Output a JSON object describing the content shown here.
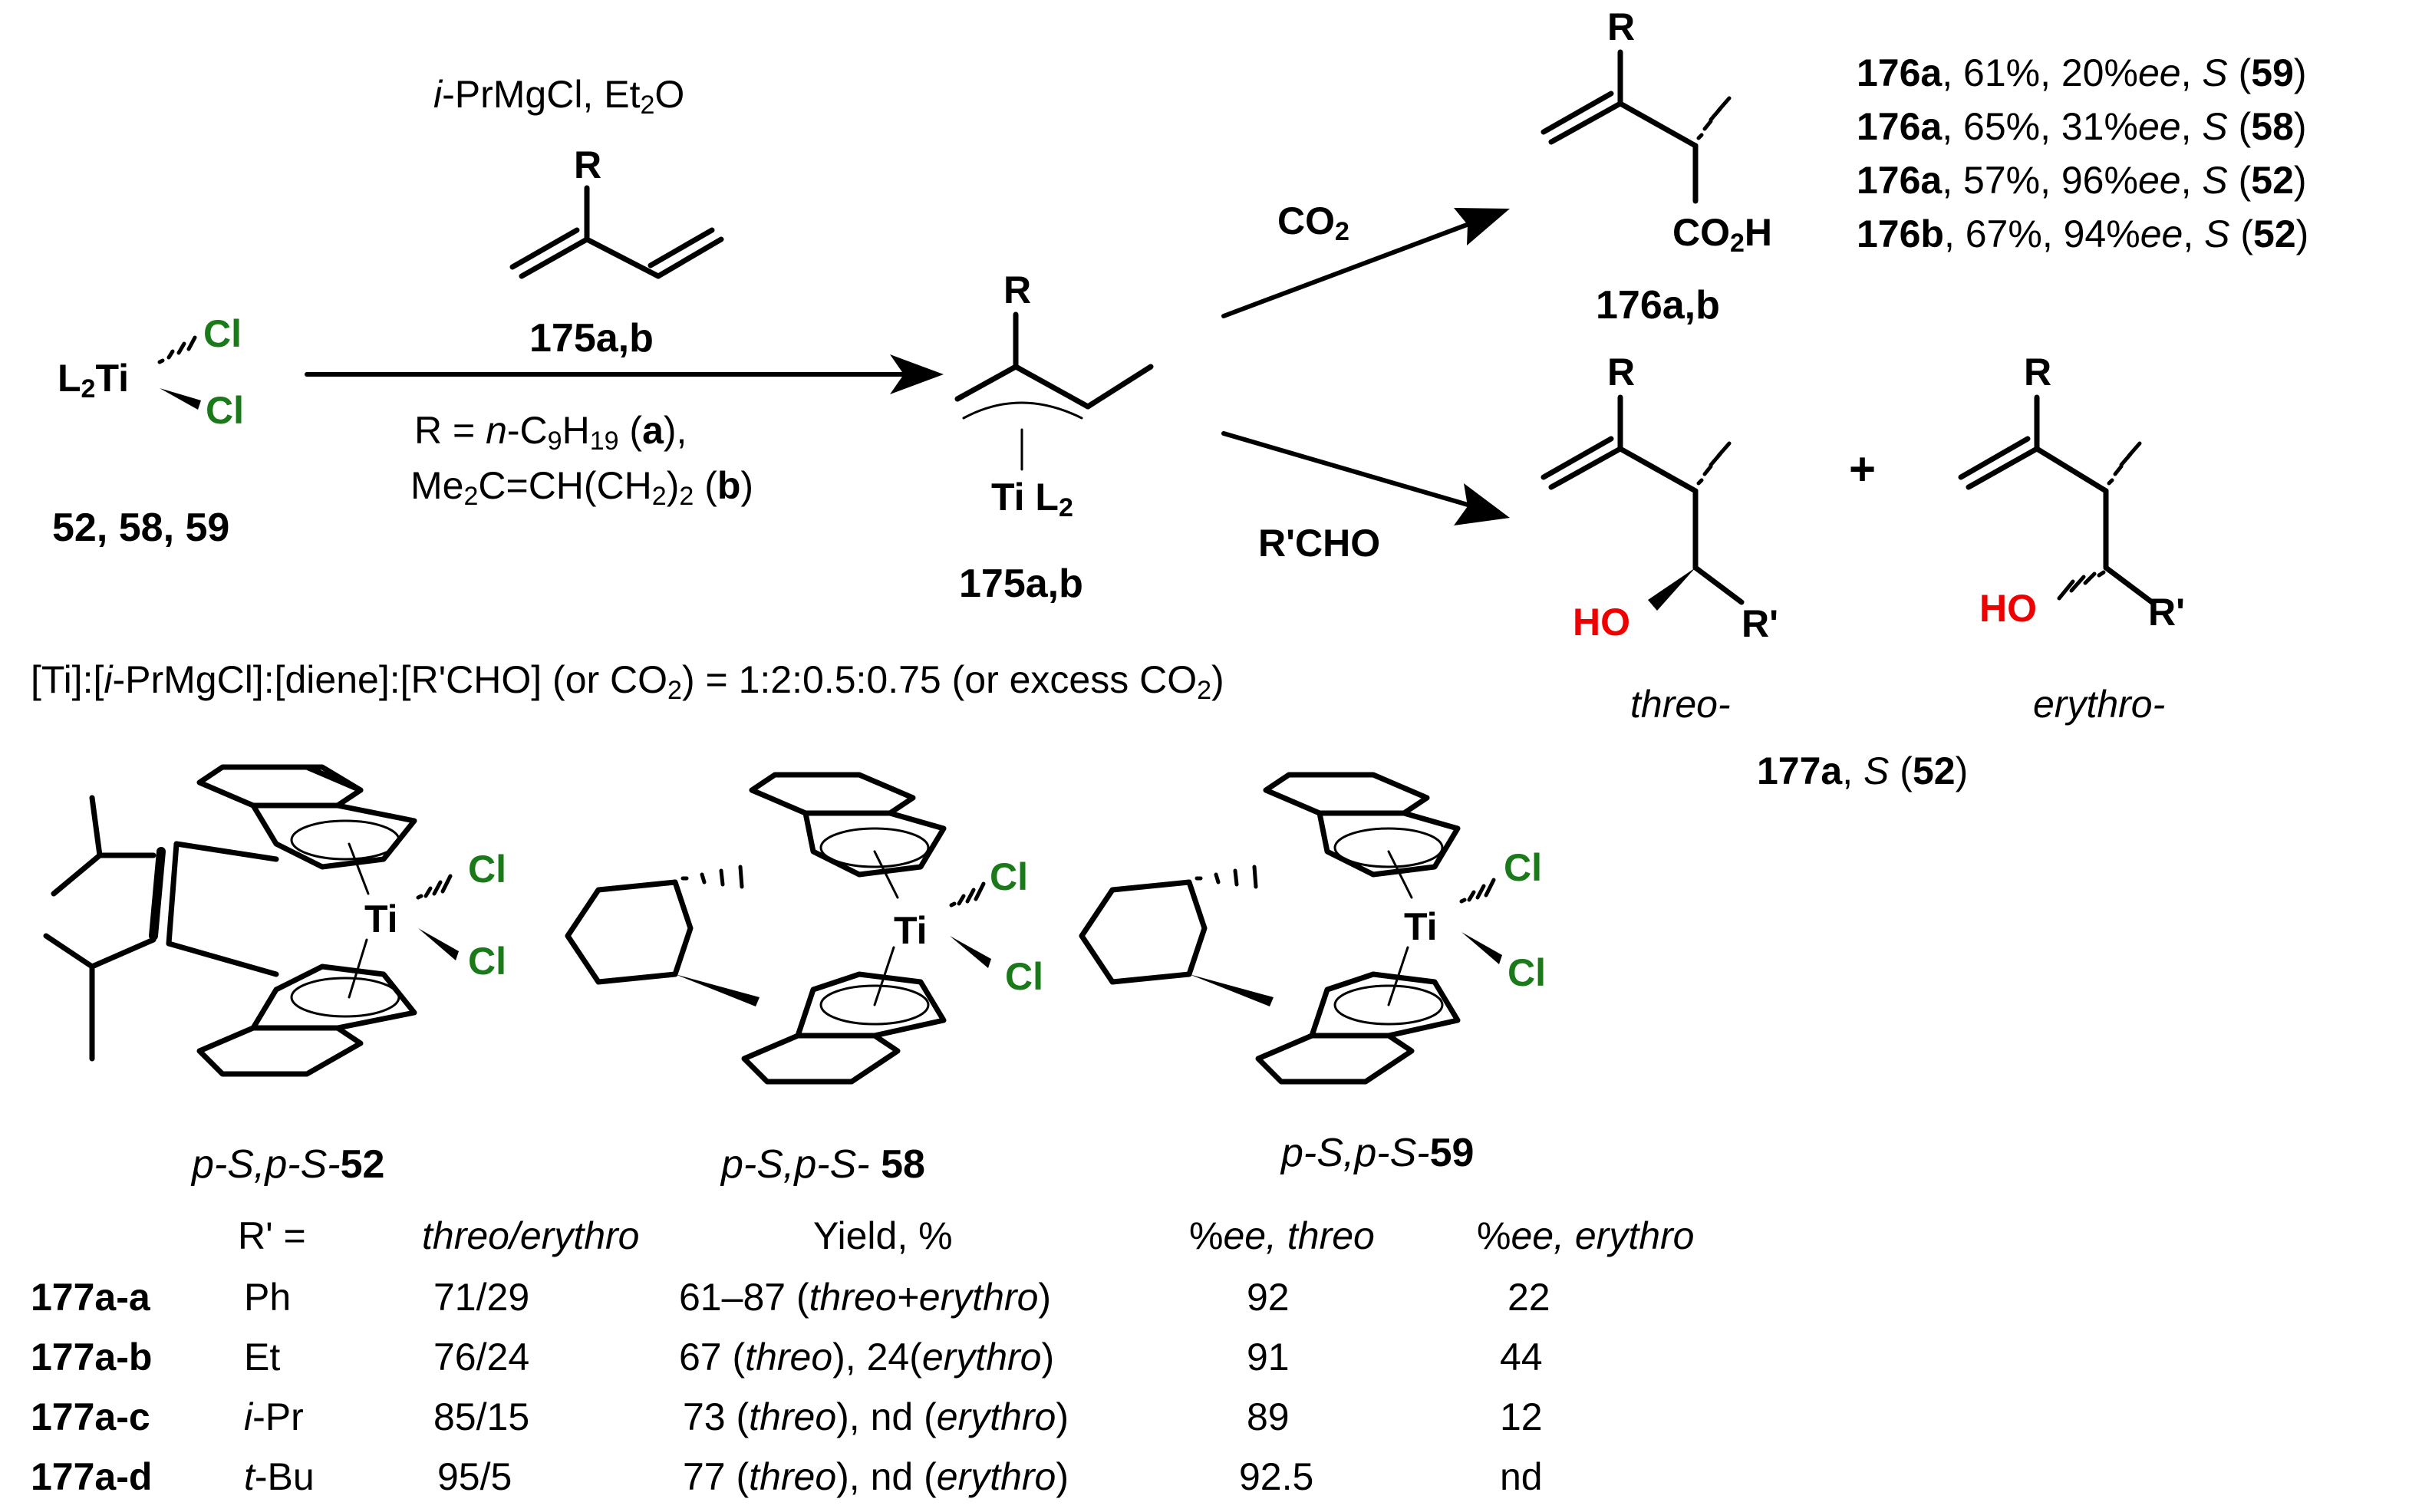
{
  "reagents": {
    "top_reagent_prefix": "i",
    "top_reagent_main": "-PrMgCl, Et",
    "top_reagent_sub": "2",
    "top_reagent_end": "O",
    "diene_label": "175a,b",
    "r_def_line1_pre": "R = ",
    "r_def_line1_it": "n",
    "r_def_line1_mid": "-C",
    "r_def_line1_s1": "9",
    "r_def_line1_m2": "H",
    "r_def_line1_s2": "19",
    "r_def_line1_open": " (",
    "r_def_line1_bold": "a",
    "r_def_line1_close": "),",
    "r_def_line2_a": "Me",
    "r_def_line2_s1": "2",
    "r_def_line2_b": "C=CH(CH",
    "r_def_line2_s2": "2",
    "r_def_line2_c": ")",
    "r_def_line2_s3": "2",
    "r_def_line2_d": " (",
    "r_def_line2_bold": "b",
    "r_def_line2_e": ")"
  },
  "start": {
    "l2ti": "L",
    "l2ti_sub": "2",
    "l2ti_end": "Ti",
    "cl1": "Cl",
    "cl2": "Cl",
    "label": "52, 58, 59"
  },
  "intermediate": {
    "r": "R",
    "til2": "Ti L",
    "til2_sub": "2",
    "label": "175a,b"
  },
  "co2_branch": {
    "reagent": "CO",
    "reagent_sub": "2",
    "product_r": "R",
    "co2h_a": "CO",
    "co2h_sub": "2",
    "co2h_b": "H",
    "product_label": "176a,b"
  },
  "results_176": [
    {
      "cmpd": "176a",
      "text": ", 61%, 20%",
      "ee": "ee",
      "sep": ", ",
      "s": "S",
      "open": " (",
      "cat": "59",
      "close": ")"
    },
    {
      "cmpd": "176a",
      "text": ", 65%, 31%",
      "ee": "ee",
      "sep": ", ",
      "s": "S",
      "open": " (",
      "cat": "58",
      "close": ")"
    },
    {
      "cmpd": "176a",
      "text": ", 57%, 96%",
      "ee": "ee",
      "sep": ", ",
      "s": "S",
      "open": " (",
      "cat": "52",
      "close": ")"
    },
    {
      "cmpd": "176b",
      "text": ", 67%, 94%",
      "ee": "ee",
      "sep": ", ",
      "s": "S",
      "open": " (",
      "cat": "52",
      "close": ")"
    }
  ],
  "aldehyde_branch": {
    "reagent": "R'CHO",
    "threo_r": "R",
    "threo_ho": "HO",
    "threo_rp": "R'",
    "erythro_r": "R",
    "erythro_ho": "HO",
    "erythro_rp": "R'",
    "plus": "+",
    "threo_label": "threo-",
    "erythro_label": "erythro-",
    "product_label_bold": "177a",
    "product_label_sep": ", ",
    "product_label_s": "S",
    "product_label_open": " (",
    "product_label_cat": "52",
    "product_label_close": ")"
  },
  "ratio_line": {
    "a": "[Ti]:[",
    "it": "i",
    "b": "-PrMgCl]:[diene]:[R'CHO] (or CO",
    "s1": "2",
    "c": ") = 1:2:0.5:0.75 (or excess CO",
    "s2": "2",
    "d": ")"
  },
  "catalysts": [
    {
      "prefix": "p-S,p-S-",
      "num": "52",
      "ti": "Ti",
      "cl1": "Cl",
      "cl2": "Cl"
    },
    {
      "prefix": "p-S,p-S- ",
      "num": "58",
      "ti": "Ti",
      "cl1": "Cl",
      "cl2": "Cl"
    },
    {
      "prefix": "p-S,p-S-",
      "num": "59",
      "ti": "Ti",
      "cl1": "Cl",
      "cl2": "Cl"
    }
  ],
  "table": {
    "headers": {
      "rprime": "R' =",
      "ratio": "threo/erythro",
      "yield": "Yield, %",
      "ee_threo_a": "%",
      "ee_threo_b": "ee, threo",
      "ee_ery_a": "%",
      "ee_ery_b": "ee, erythro"
    },
    "rows": [
      {
        "cmpd": "177a-a",
        "rp_it": "",
        "rp": "Ph",
        "ratio": "71/29",
        "y1": "61",
        "ydash": "–",
        "y2": "87 (",
        "yit1": "threo+erythro",
        "y3": ")",
        "yit2": "",
        "y4": "",
        "ee_t": "92",
        "ee_e": "22"
      },
      {
        "cmpd": "177a-b",
        "rp_it": "",
        "rp": "Et",
        "ratio": "76/24",
        "y1": "67 (",
        "ydash": "",
        "y2": "",
        "yit1": "threo",
        "y3": "), 24(",
        "yit2": "erythro",
        "y4": ")",
        "ee_t": "91",
        "ee_e": "44"
      },
      {
        "cmpd": "177a-c",
        "rp_it": "i",
        "rp": "-Pr",
        "ratio": "85/15",
        "y1": "73 (",
        "ydash": "",
        "y2": "",
        "yit1": "threo",
        "y3": "), nd (",
        "yit2": "erythro",
        "y4": ")",
        "ee_t": "89",
        "ee_e": "12"
      },
      {
        "cmpd": "177a-d",
        "rp_it": "t",
        "rp": "-Bu",
        "ratio": "95/5",
        "y1": "77 (",
        "ydash": "",
        "y2": "",
        "yit1": "threo",
        "y3": "), nd (",
        "yit2": "erythro",
        "y4": ")",
        "ee_t": "92.5",
        "ee_e": "nd"
      }
    ]
  }
}
